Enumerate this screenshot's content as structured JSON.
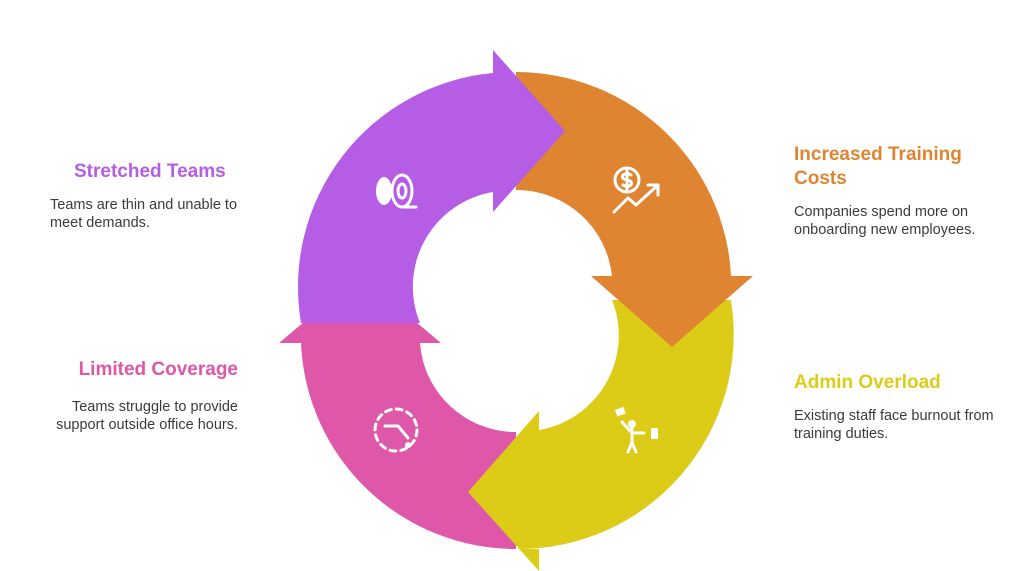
{
  "colors": {
    "stretched_teams": "#b65de5",
    "training_costs": "#df8531",
    "admin_overload": "#dccc17",
    "limited_coverage": "#de57a8",
    "description_text": "#3b3b3b",
    "icon_stroke": "#ffffff"
  },
  "stages": [
    {
      "title": "Stretched Teams",
      "description": "Teams are thin and unable to meet demands.",
      "icon": "tape-roll-icon"
    },
    {
      "title": "Increased Training Costs",
      "description": "Companies spend more on onboarding new employees.",
      "icon": "dollar-growth-icon"
    },
    {
      "title": "Admin Overload",
      "description": "Existing staff face burnout from training duties.",
      "icon": "person-juggling-tasks-icon"
    },
    {
      "title": "Limited Coverage",
      "description": "Teams struggle to provide support outside office hours.",
      "icon": "clock-icon"
    }
  ]
}
